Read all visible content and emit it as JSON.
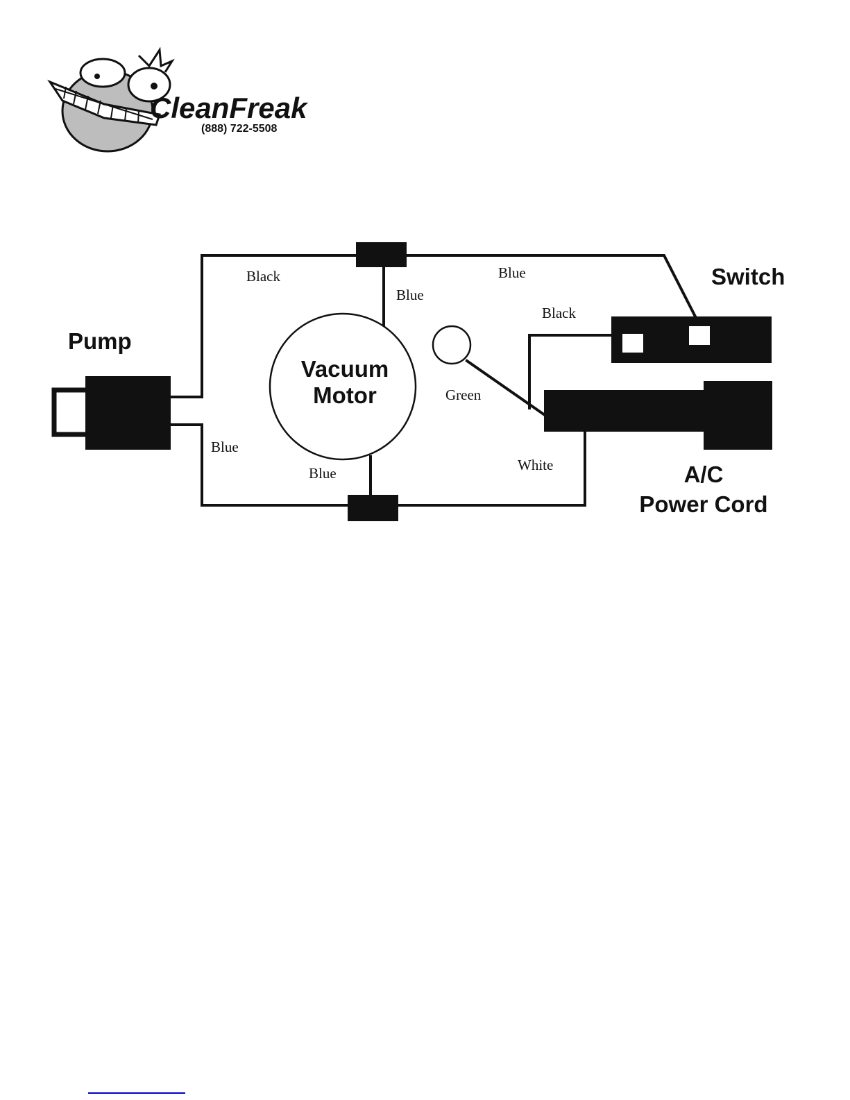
{
  "logo": {
    "brand": "CleanFreak",
    "phone": "(888) 722-5508"
  },
  "diagram": {
    "components": {
      "pump": "Pump",
      "vacuum_motor_line1": "Vacuum",
      "vacuum_motor_line2": "Motor",
      "switch": "Switch",
      "power_cord_line1": "A/C",
      "power_cord_line2": "Power Cord"
    },
    "wires": {
      "top_left": "Black",
      "motor_top": "Blue",
      "top_right": "Blue",
      "switch_to_cord": "Black",
      "ground": "Green",
      "left_lower": "Blue",
      "motor_bottom": "Blue",
      "neutral": "White"
    }
  },
  "footer": {
    "link_text": ""
  }
}
